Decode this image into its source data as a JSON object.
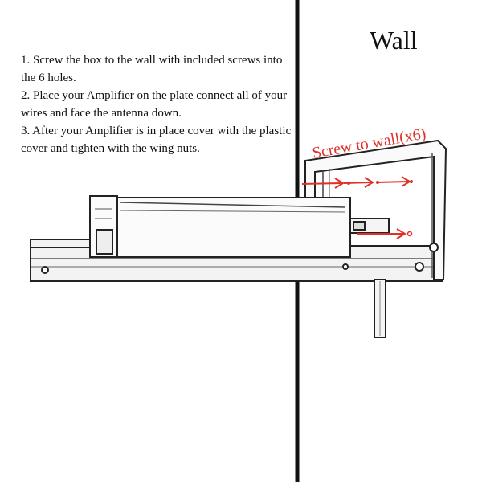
{
  "wall_label": "Wall",
  "instructions": [
    "1. Screw the box to the wall with included screws into the 6 holes.",
    "2. Place your Amplifier on the plate connect all of your wires and face the antenna down.",
    "3. After your Amplifier is in place cover with the plastic cover and tighten with the wing nuts."
  ],
  "screw_callout": "Screw to wall(x6)",
  "screw_count": 6,
  "colors": {
    "annotation": "#e0302a",
    "ink": "#111111",
    "background": "#ffffff"
  }
}
